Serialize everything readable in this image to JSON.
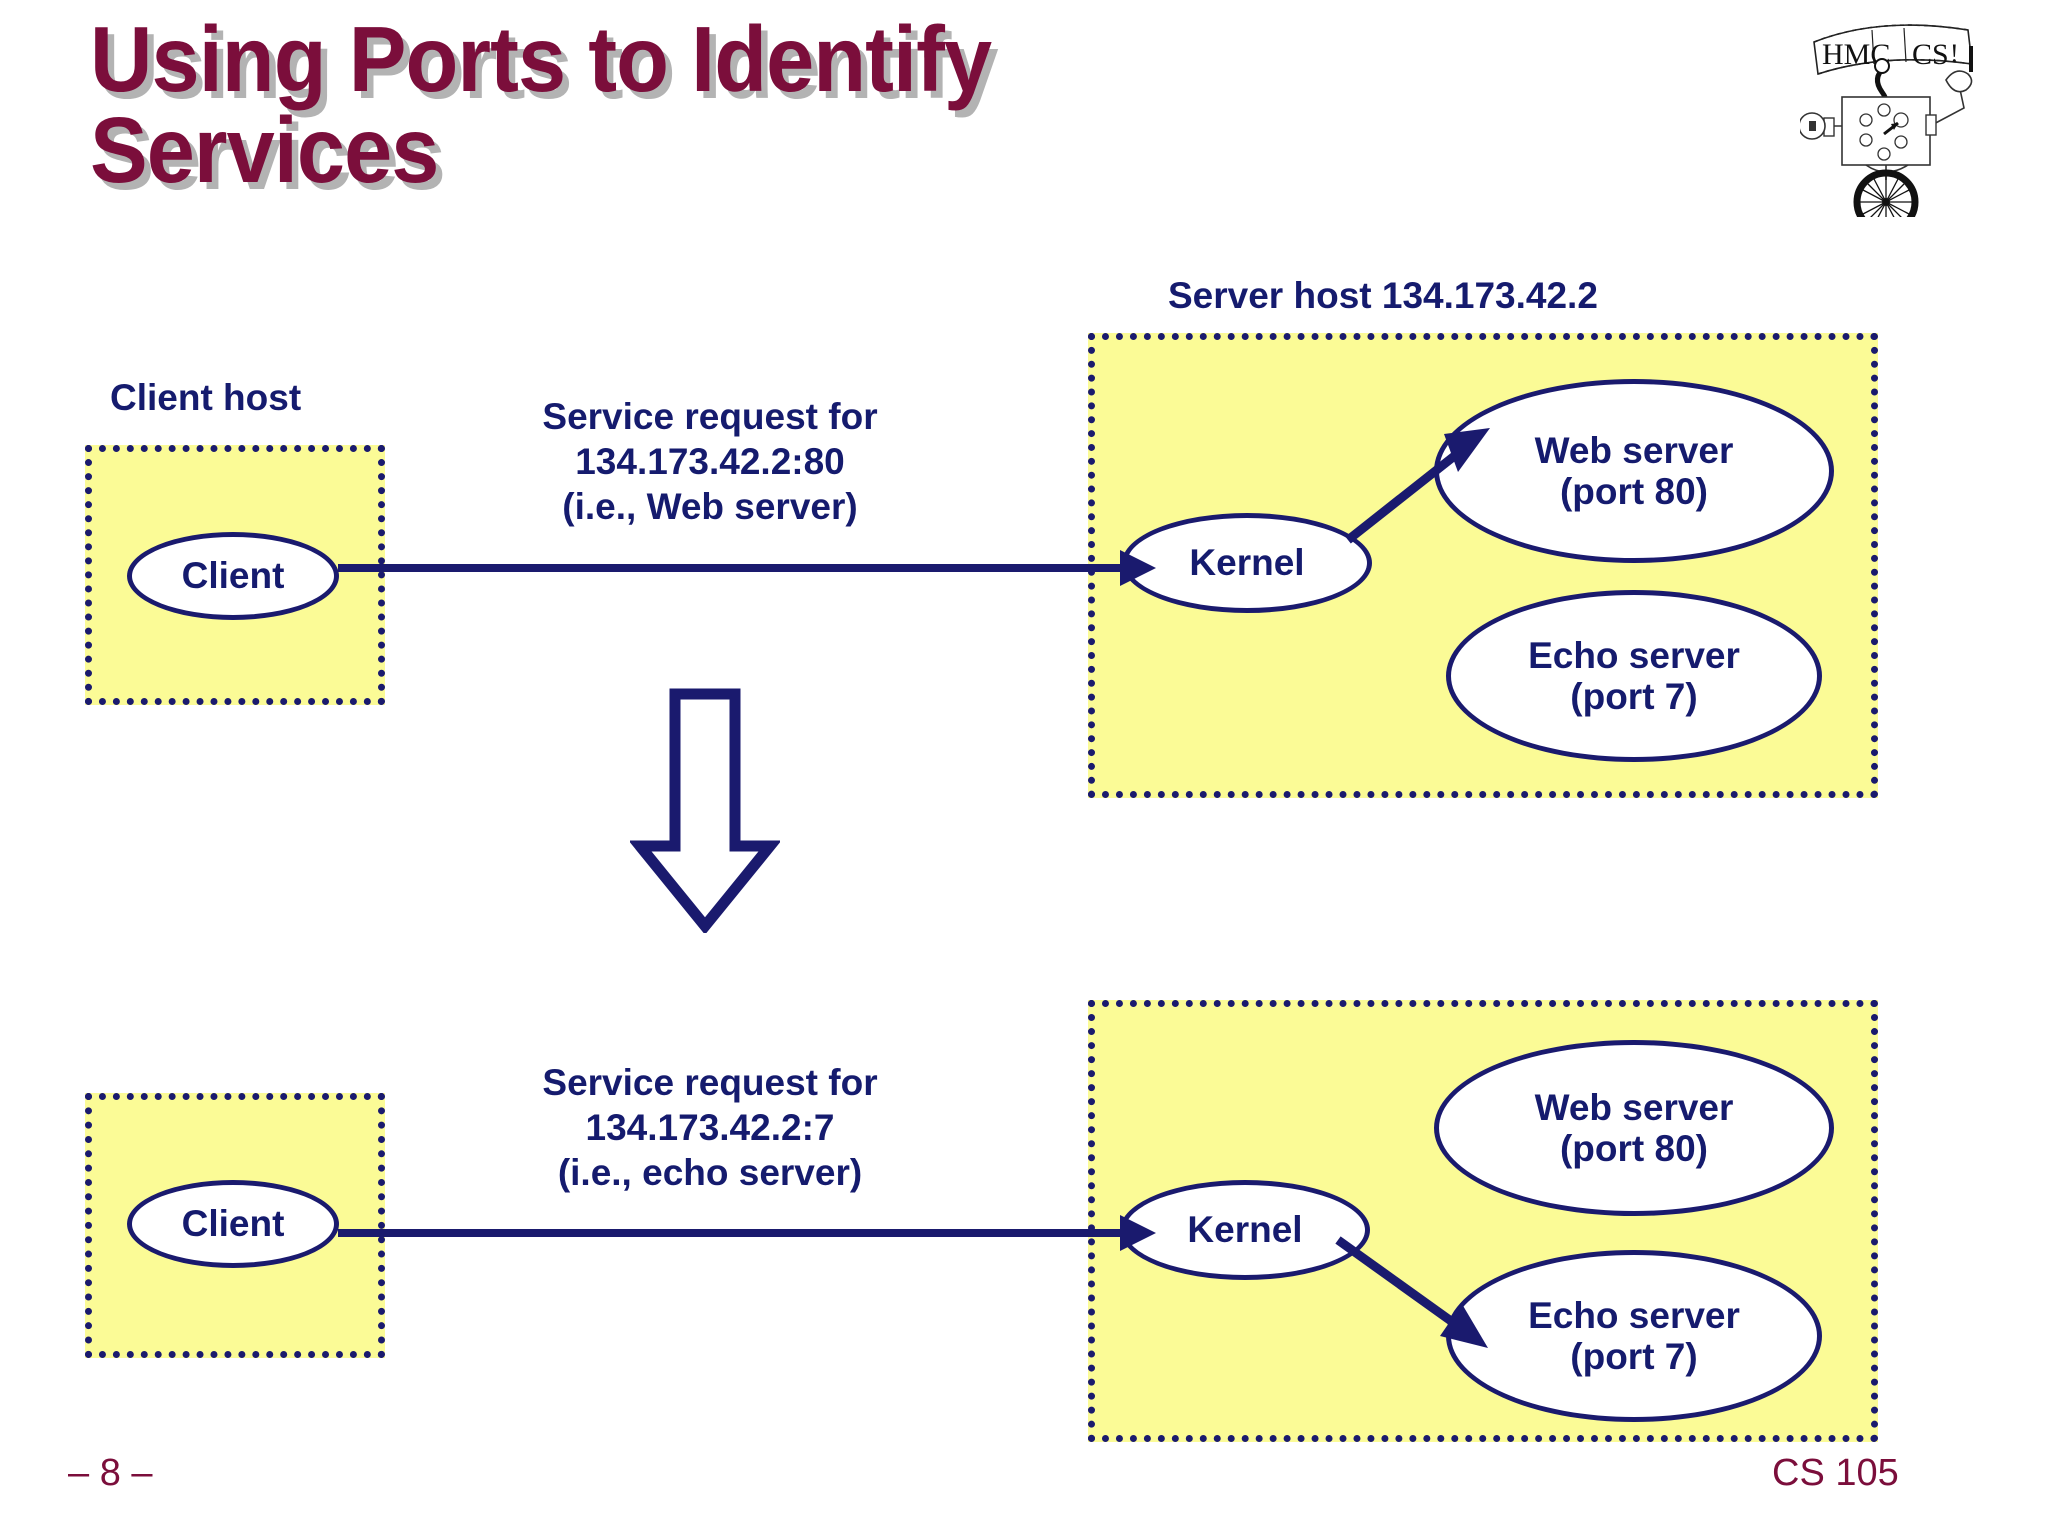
{
  "slide": {
    "title": "Using Ports to Identify\nServices",
    "title_color": "#7B0E3B",
    "accent_navy": "#1A1A6E",
    "host_fill": "#FBFB96",
    "background": "#FFFFFF"
  },
  "logo": {
    "banner_left": "HMC",
    "banner_right": "CS",
    "exclaim": "!",
    "name": "hmc-cs-robot-logo"
  },
  "scenario_top": {
    "client_host_label": "Client host",
    "client_node": "Client",
    "request_label": "Service request for\n134.173.42.2:80\n(i.e., Web server)",
    "server_host_label": "Server host 134.173.42.2",
    "kernel_node": "Kernel",
    "web_server_node": "Web server\n(port 80)",
    "echo_server_node": "Echo server\n(port 7)",
    "routed_to": "web-server"
  },
  "scenario_bottom": {
    "client_node": "Client",
    "request_label": "Service request for\n134.173.42.2:7\n(i.e., echo server)",
    "kernel_node": "Kernel",
    "web_server_node": "Web server\n(port 80)",
    "echo_server_node": "Echo server\n(port 7)",
    "routed_to": "echo-server"
  },
  "transition": {
    "icon": "down-block-arrow"
  },
  "footer": {
    "page_number": "– 8 –",
    "course": "CS 105"
  }
}
